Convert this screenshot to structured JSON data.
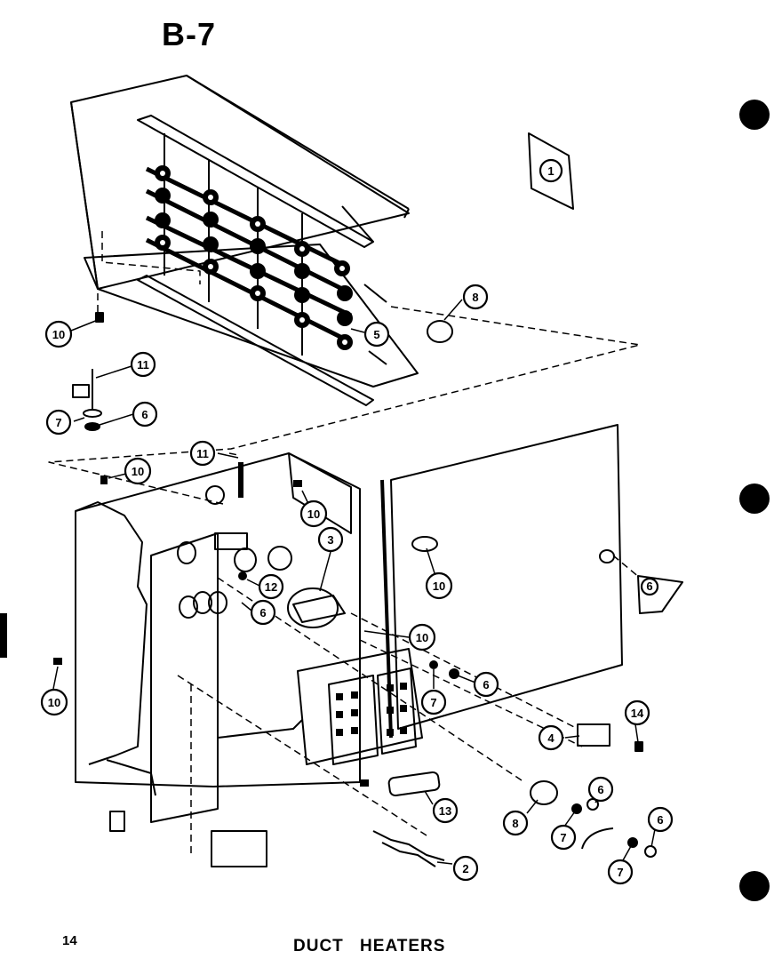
{
  "header": {
    "sheet_id": "B-7"
  },
  "footer": {
    "page_number": "14",
    "caption": "DUCT HEATERS"
  },
  "callouts": {
    "c1": "1",
    "c2": "2",
    "c3": "3",
    "c4": "4",
    "c5": "5",
    "c6a": "6",
    "c6b": "6",
    "c6c": "6",
    "c6d": "6",
    "c6e": "6",
    "c6f": "6",
    "c7a": "7",
    "c7b": "7",
    "c7c": "7",
    "c7d": "7",
    "c8a": "8",
    "c8b": "8",
    "c10a": "10",
    "c10b": "10",
    "c10c": "10",
    "c10d": "10",
    "c10e": "10",
    "c10f": "10",
    "c11a": "11",
    "c11b": "11",
    "c12": "12",
    "c13": "13",
    "c14": "14"
  },
  "icons": [
    "heater-element-assembly-icon",
    "control-box-icon",
    "access-panel-icon",
    "fuse-icon",
    "thermostat-icon"
  ]
}
